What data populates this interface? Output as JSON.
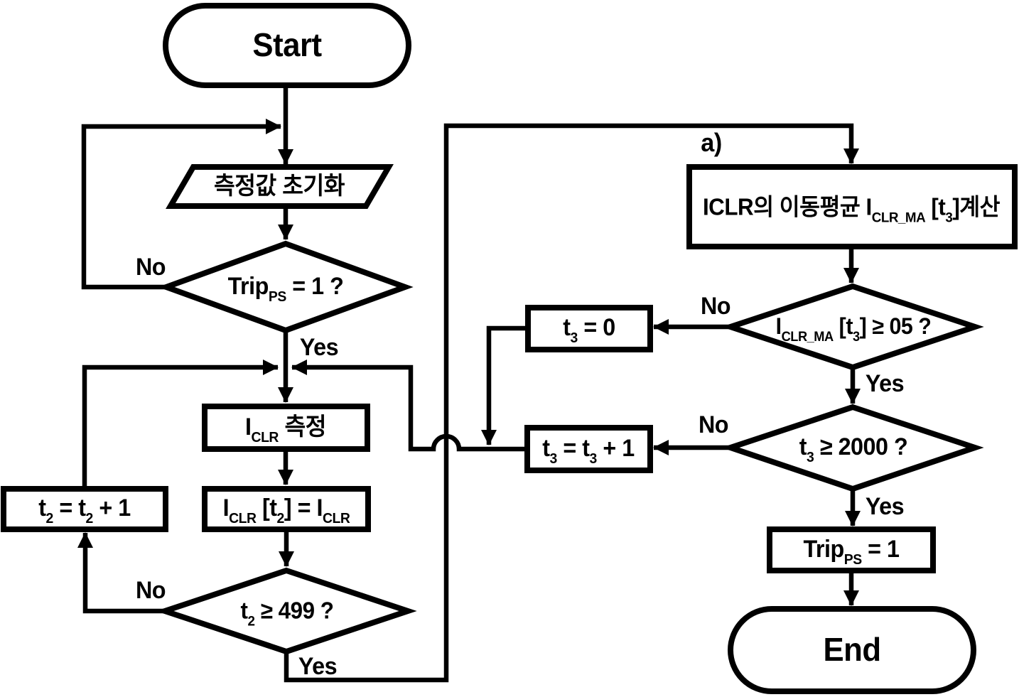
{
  "style": {
    "line_color": "#000000",
    "background": "#ffffff",
    "text_color": "#000000"
  },
  "section_label": "a)",
  "nodes": {
    "start": {
      "type": "terminator",
      "label": "Start"
    },
    "init": {
      "type": "io",
      "segments": [
        {
          "t": "측정값 초기화"
        }
      ]
    },
    "trip_check": {
      "type": "decision",
      "segments": [
        {
          "t": "Trip"
        },
        {
          "t": "PS",
          "sub": true
        },
        {
          "t": " = 1 ?"
        }
      ]
    },
    "measure": {
      "type": "process",
      "segments": [
        {
          "t": "I"
        },
        {
          "t": "CLR",
          "sub": true
        },
        {
          "t": " 측정"
        }
      ]
    },
    "store": {
      "type": "process",
      "segments": [
        {
          "t": "I"
        },
        {
          "t": "CLR",
          "sub": true
        },
        {
          "t": " [t"
        },
        {
          "t": "2",
          "sub": true
        },
        {
          "t": "] = I"
        },
        {
          "t": "CLR",
          "sub": true
        }
      ]
    },
    "t2_check": {
      "type": "decision",
      "segments": [
        {
          "t": "t"
        },
        {
          "t": "2",
          "sub": true
        },
        {
          "t": " ≥ 499 ?"
        }
      ]
    },
    "t2_inc": {
      "type": "process",
      "segments": [
        {
          "t": "t"
        },
        {
          "t": "2",
          "sub": true
        },
        {
          "t": " = t"
        },
        {
          "t": "2",
          "sub": true
        },
        {
          "t": " + 1"
        }
      ]
    },
    "ma_calc": {
      "type": "process",
      "segments": [
        {
          "t": "ICLR의 이동평균 I"
        },
        {
          "t": "CLR_MA",
          "sub": true
        },
        {
          "t": " [t"
        },
        {
          "t": "3",
          "sub": true
        },
        {
          "t": "]계산"
        }
      ]
    },
    "ma_check": {
      "type": "decision",
      "segments": [
        {
          "t": "I"
        },
        {
          "t": "CLR_MA",
          "sub": true
        },
        {
          "t": " [t"
        },
        {
          "t": "3",
          "sub": true
        },
        {
          "t": "] ≥ 05 ?"
        }
      ]
    },
    "t3_zero": {
      "type": "process",
      "segments": [
        {
          "t": "t"
        },
        {
          "t": "3",
          "sub": true
        },
        {
          "t": " = 0"
        }
      ]
    },
    "t2000_check": {
      "type": "decision",
      "segments": [
        {
          "t": "t"
        },
        {
          "t": "3",
          "sub": true
        },
        {
          "t": " ≥ 2000 ?"
        }
      ]
    },
    "t3_inc": {
      "type": "process",
      "segments": [
        {
          "t": "t"
        },
        {
          "t": "3",
          "sub": true
        },
        {
          "t": " = t"
        },
        {
          "t": "3",
          "sub": true
        },
        {
          "t": " + 1"
        }
      ]
    },
    "trip_set": {
      "type": "process",
      "segments": [
        {
          "t": "Trip"
        },
        {
          "t": "PS",
          "sub": true
        },
        {
          "t": " = 1"
        }
      ]
    },
    "end": {
      "type": "terminator",
      "label": "End"
    }
  },
  "edge_labels": {
    "trip_no": "No",
    "trip_yes": "Yes",
    "t2_no": "No",
    "t2_yes": "Yes",
    "ma_no": "No",
    "ma_yes": "Yes",
    "t2000_no": "No",
    "t2000_yes": "Yes"
  }
}
